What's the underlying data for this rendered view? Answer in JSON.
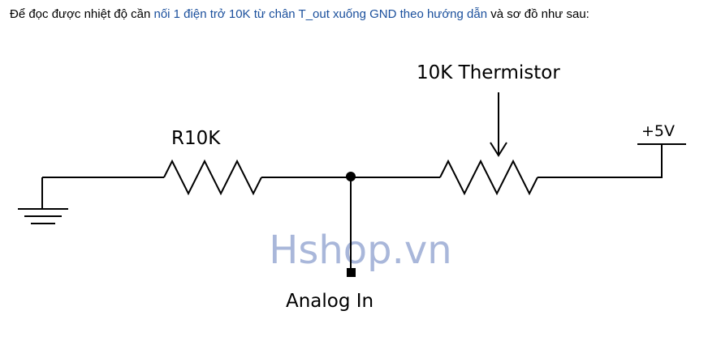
{
  "caption": {
    "before": "Để đọc được nhiệt độ cần ",
    "link": "nối 1 điện trở 10K từ chân T_out xuống GND theo hướng dẫn",
    "after": " và sơ đồ như sau:"
  },
  "colors": {
    "link": "#1a4f9c",
    "wire": "#000000",
    "watermark": "#a9b7da"
  },
  "diagram": {
    "resistor_label": "R10K",
    "thermistor_label": "10K Thermistor",
    "supply_label": "+5V",
    "output_label": "Analog In",
    "watermark": "Hshop.vn"
  }
}
